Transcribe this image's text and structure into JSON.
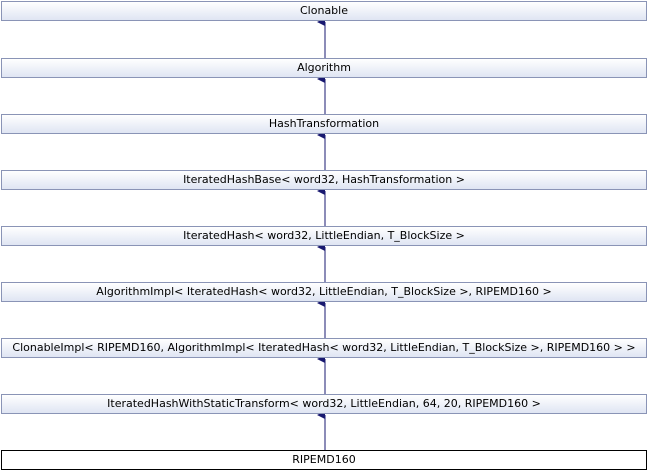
{
  "diagram": {
    "nodes": [
      {
        "label": "Clonable"
      },
      {
        "label": "Algorithm"
      },
      {
        "label": "HashTransformation"
      },
      {
        "label": "IteratedHashBase< word32, HashTransformation >"
      },
      {
        "label": "IteratedHash< word32, LittleEndian, T_BlockSize >"
      },
      {
        "label": "AlgorithmImpl< IteratedHash< word32, LittleEndian, T_BlockSize >, RIPEMD160 >"
      },
      {
        "label": "ClonableImpl< RIPEMD160, AlgorithmImpl< IteratedHash< word32, LittleEndian, T_BlockSize >, RIPEMD160 > >"
      },
      {
        "label": "IteratedHashWithStaticTransform< word32, LittleEndian, 64, 20, RIPEMD160 >"
      },
      {
        "label": "RIPEMD160"
      }
    ],
    "edge_color": "#191970",
    "node_border": "#8a94b6"
  }
}
